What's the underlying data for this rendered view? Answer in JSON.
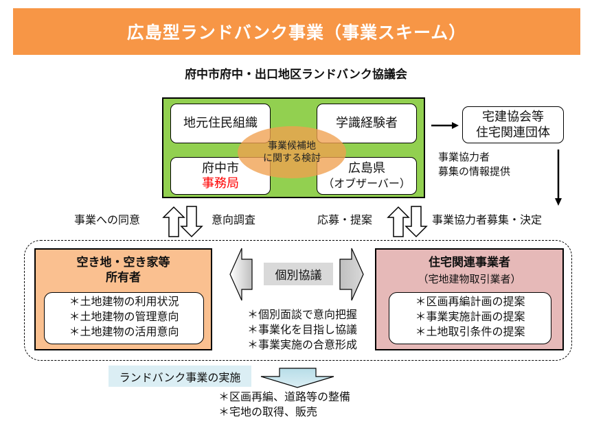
{
  "header": {
    "title": "広島型ランドバンク事業（事業スキーム）"
  },
  "council": {
    "title": "府中市府中・出口地区ランドバンク協議会",
    "members": {
      "local_residents": "地元住民組織",
      "experts": "学識経験者",
      "city_line1": "府中市",
      "city_line2": "事務局",
      "prefecture_line1": "広島県",
      "prefecture_line2": "（オブザーバー）"
    },
    "center_topic_line1": "事業候補地",
    "center_topic_line2": "に関する検討"
  },
  "association": {
    "line1": "宅建協会等",
    "line2": "住宅関連団体",
    "note_line1": "事業協力者",
    "note_line2": "募集の情報提供"
  },
  "flows": {
    "owner_up": "事業への同意",
    "owner_down": "意向調査",
    "biz_up": "応募・提案",
    "biz_down": "事業協力者募集・決定"
  },
  "owner": {
    "title_line1": "空き地・空き家等",
    "title_line2": "所有者",
    "items": [
      "＊土地建物の利用状況",
      "＊土地建物の管理意向",
      "＊土地建物の活用意向"
    ]
  },
  "negotiation": {
    "label": "個別協議",
    "items": [
      "＊個別面談で意向把握",
      "＊事業化を目指し協議",
      "＊事業実施の合意形成"
    ]
  },
  "business": {
    "title": "住宅関連事業者",
    "subtitle": "（宅地建物取引業者）",
    "items": [
      "＊区画再編計画の提案",
      "＊事業実施計画の提案",
      "＊土地取引条件の提案"
    ]
  },
  "implementation": {
    "label": "ランドバンク事業の実施",
    "items": [
      "＊区画再編、道路等の整備",
      "＊宅地の取得、販売"
    ]
  },
  "colors": {
    "banner": "#f79646",
    "council_bg": "#92d050",
    "topic_ellipse": "#f0a050",
    "owner_bg": "#fac090",
    "business_bg": "#e6b9b8",
    "implementation_bg": "#dbeef4",
    "secretariat_text": "#ff0000"
  }
}
